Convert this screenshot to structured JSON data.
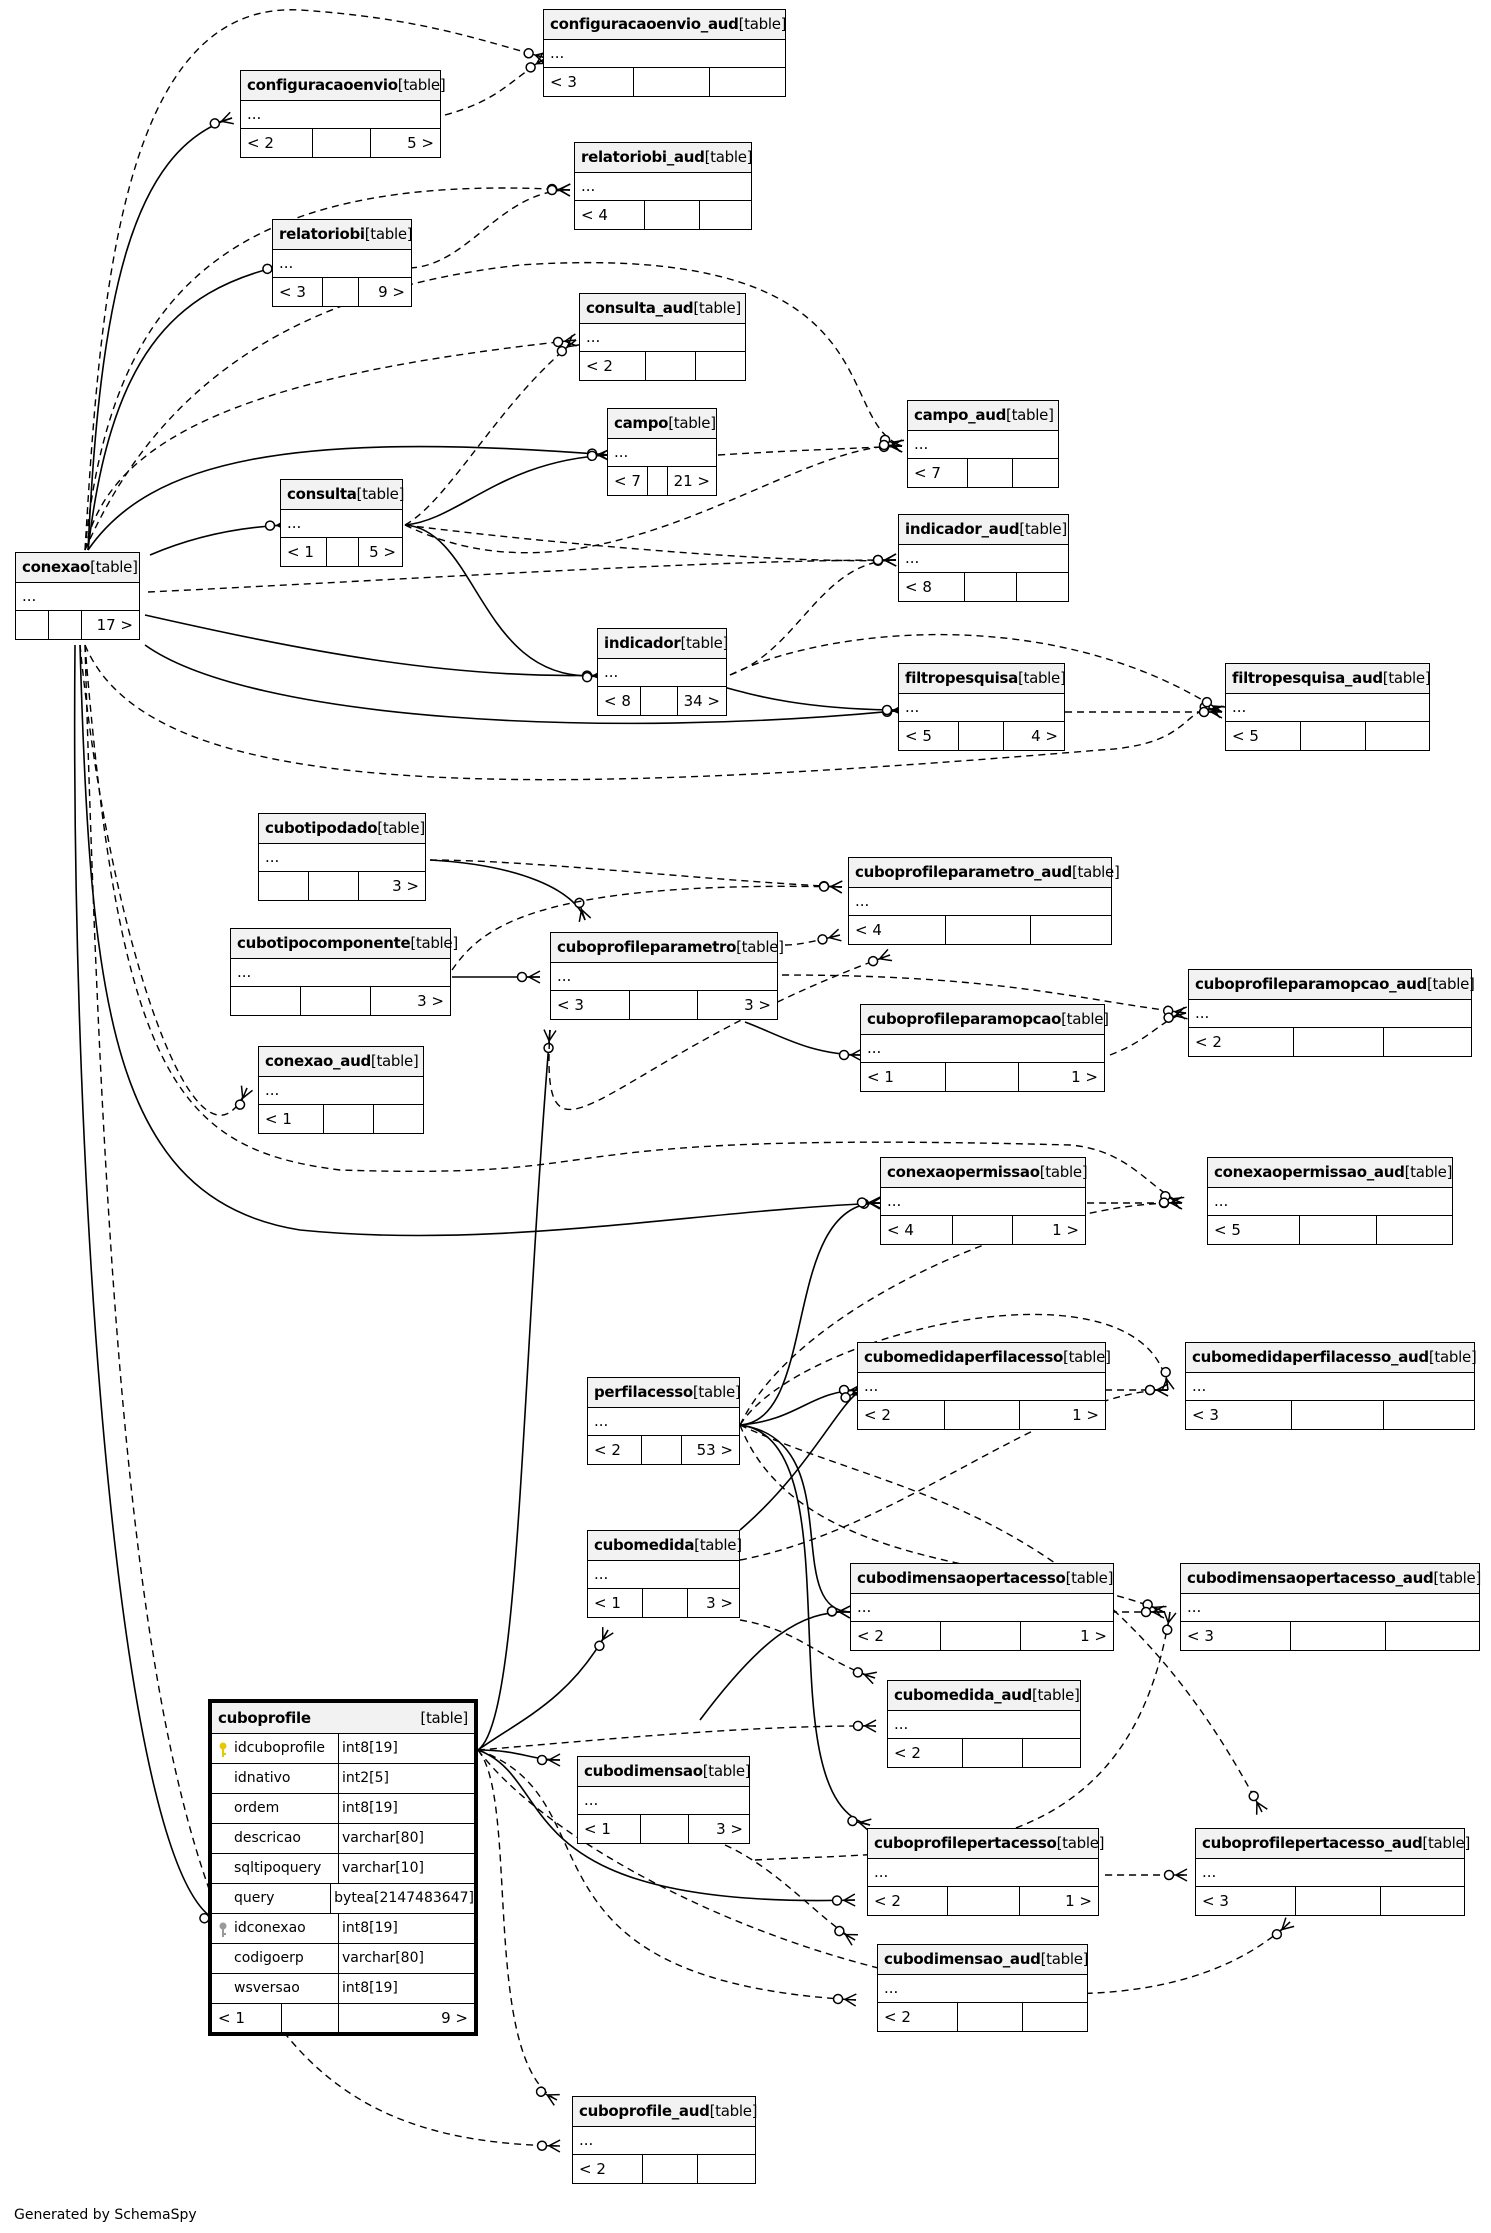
{
  "credit": "Generated by SchemaSpy",
  "tables": {
    "configuracaoenvio_aud": {
      "name": "configuracaoenvio_aud",
      "type": "[table]",
      "dots": "...",
      "footer": [
        "< 3",
        "",
        ""
      ]
    },
    "configuracaoenvio": {
      "name": "configuracaoenvio",
      "type": "[table]",
      "dots": "...",
      "footer": [
        "< 2",
        "",
        "5 >"
      ]
    },
    "relatoriobi_aud": {
      "name": "relatoriobi_aud",
      "type": "[table]",
      "dots": "...",
      "footer": [
        "< 4",
        "",
        ""
      ]
    },
    "relatoriobi": {
      "name": "relatoriobi",
      "type": "[table]",
      "dots": "...",
      "footer": [
        "< 3",
        "",
        "9 >"
      ]
    },
    "consulta_aud": {
      "name": "consulta_aud",
      "type": "[table]",
      "dots": "...",
      "footer": [
        "< 2",
        "",
        ""
      ]
    },
    "campo": {
      "name": "campo",
      "type": "[table]",
      "dots": "...",
      "footer": [
        "< 7",
        "",
        "21 >"
      ]
    },
    "campo_aud": {
      "name": "campo_aud",
      "type": "[table]",
      "dots": "...",
      "footer": [
        "< 7",
        "",
        ""
      ]
    },
    "consulta": {
      "name": "consulta",
      "type": "[table]",
      "dots": "...",
      "footer": [
        "< 1",
        "",
        "5 >"
      ]
    },
    "indicador_aud": {
      "name": "indicador_aud",
      "type": "[table]",
      "dots": "...",
      "footer": [
        "< 8",
        "",
        ""
      ]
    },
    "conexao": {
      "name": "conexao",
      "type": "[table]",
      "dots": "...",
      "footer": [
        "",
        "",
        "17 >"
      ]
    },
    "indicador": {
      "name": "indicador",
      "type": "[table]",
      "dots": "...",
      "footer": [
        "< 8",
        "",
        "34 >"
      ]
    },
    "filtropesquisa": {
      "name": "filtropesquisa",
      "type": "[table]",
      "dots": "...",
      "footer": [
        "< 5",
        "",
        "4 >"
      ]
    },
    "filtropesquisa_aud": {
      "name": "filtropesquisa_aud",
      "type": "[table]",
      "dots": "...",
      "footer": [
        "< 5",
        "",
        ""
      ]
    },
    "cubotipodado": {
      "name": "cubotipodado",
      "type": "[table]",
      "dots": "...",
      "footer": [
        "",
        "",
        "3 >"
      ]
    },
    "cuboprofileparametro_aud": {
      "name": "cuboprofileparametro_aud",
      "type": "[table]",
      "dots": "...",
      "footer": [
        "< 4",
        "",
        ""
      ]
    },
    "cubotipocomponente": {
      "name": "cubotipocomponente",
      "type": "[table]",
      "dots": "...",
      "footer": [
        "",
        "",
        "3 >"
      ]
    },
    "cuboprofileparametro": {
      "name": "cuboprofileparametro",
      "type": "[table]",
      "dots": "...",
      "footer": [
        "< 3",
        "",
        "3 >"
      ]
    },
    "cuboprofileparamopcao_aud": {
      "name": "cuboprofileparamopcao_aud",
      "type": "[table]",
      "dots": "...",
      "footer": [
        "< 2",
        "",
        ""
      ]
    },
    "cuboprofileparamopcao": {
      "name": "cuboprofileparamopcao",
      "type": "[table]",
      "dots": "...",
      "footer": [
        "< 1",
        "",
        "1 >"
      ]
    },
    "conexao_aud": {
      "name": "conexao_aud",
      "type": "[table]",
      "dots": "...",
      "footer": [
        "< 1",
        "",
        ""
      ]
    },
    "conexaopermissao": {
      "name": "conexaopermissao",
      "type": "[table]",
      "dots": "...",
      "footer": [
        "< 4",
        "",
        "1 >"
      ]
    },
    "conexaopermissao_aud": {
      "name": "conexaopermissao_aud",
      "type": "[table]",
      "dots": "...",
      "footer": [
        "< 5",
        "",
        ""
      ]
    },
    "perfilacesso": {
      "name": "perfilacesso",
      "type": "[table]",
      "dots": "...",
      "footer": [
        "< 2",
        "",
        "53 >"
      ]
    },
    "cubomedidaperfilacesso": {
      "name": "cubomedidaperfilacesso",
      "type": "[table]",
      "dots": "...",
      "footer": [
        "< 2",
        "",
        "1 >"
      ]
    },
    "cubomedidaperfilacesso_aud": {
      "name": "cubomedidaperfilacesso_aud",
      "type": "[table]",
      "dots": "...",
      "footer": [
        "< 3",
        "",
        ""
      ]
    },
    "cubomedida": {
      "name": "cubomedida",
      "type": "[table]",
      "dots": "...",
      "footer": [
        "< 1",
        "",
        "3 >"
      ]
    },
    "cubodimensaopertacesso": {
      "name": "cubodimensaopertacesso",
      "type": "[table]",
      "dots": "...",
      "footer": [
        "< 2",
        "",
        "1 >"
      ]
    },
    "cubodimensaopertacesso_aud": {
      "name": "cubodimensaopertacesso_aud",
      "type": "[table]",
      "dots": "...",
      "footer": [
        "< 3",
        "",
        ""
      ]
    },
    "cubomedida_aud": {
      "name": "cubomedida_aud",
      "type": "[table]",
      "dots": "...",
      "footer": [
        "< 2",
        "",
        ""
      ]
    },
    "cubodimensao": {
      "name": "cubodimensao",
      "type": "[table]",
      "dots": "...",
      "footer": [
        "< 1",
        "",
        "3 >"
      ]
    },
    "cuboprofilepertacesso": {
      "name": "cuboprofilepertacesso",
      "type": "[table]",
      "dots": "...",
      "footer": [
        "< 2",
        "",
        "1 >"
      ]
    },
    "cuboprofilepertacesso_aud": {
      "name": "cuboprofilepertacesso_aud",
      "type": "[table]",
      "dots": "...",
      "footer": [
        "< 3",
        "",
        ""
      ]
    },
    "cubodimensao_aud": {
      "name": "cubodimensao_aud",
      "type": "[table]",
      "dots": "...",
      "footer": [
        "< 2",
        "",
        ""
      ]
    },
    "cuboprofile_aud": {
      "name": "cuboprofile_aud",
      "type": "[table]",
      "dots": "...",
      "footer": [
        "< 2",
        "",
        ""
      ]
    }
  },
  "cuboprofile": {
    "name": "cuboprofile",
    "type": "[table]",
    "columns": [
      {
        "name": "idcuboprofile",
        "type": "int8[19]",
        "key": "primary"
      },
      {
        "name": "idnativo",
        "type": "int2[5]",
        "key": ""
      },
      {
        "name": "ordem",
        "type": "int8[19]",
        "key": ""
      },
      {
        "name": "descricao",
        "type": "varchar[80]",
        "key": ""
      },
      {
        "name": "sqltipoquery",
        "type": "varchar[10]",
        "key": ""
      },
      {
        "name": "query",
        "type": "bytea[2147483647]",
        "key": ""
      },
      {
        "name": "idconexao",
        "type": "int8[19]",
        "key": "foreign"
      },
      {
        "name": "codigoerp",
        "type": "varchar[80]",
        "key": ""
      },
      {
        "name": "wsversao",
        "type": "int8[19]",
        "key": ""
      }
    ],
    "footer": [
      "< 1",
      "",
      "9 >"
    ],
    "key_colors": {
      "primary": "#e8c800",
      "foreign": "#9a9a9a"
    }
  }
}
